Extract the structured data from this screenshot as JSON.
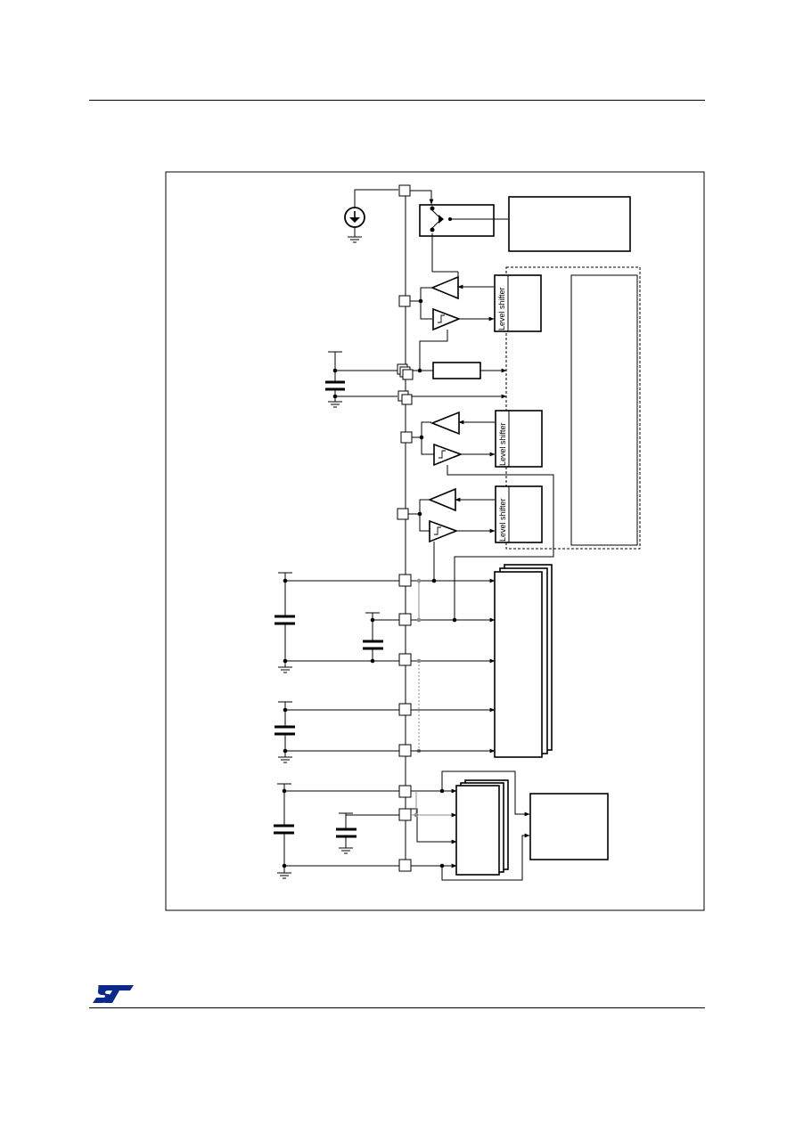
{
  "page": {
    "header_rule": true,
    "footer_rule": true
  },
  "diagram": {
    "level_shifter_labels": [
      "Level shifter",
      "Level shifter",
      "Level shifter"
    ],
    "colors": {
      "line": "#000000",
      "grey_line": "#8c8c8c",
      "box_fill": "#ffffff"
    }
  },
  "footer": {
    "logo": "ST",
    "logo_color": "#0a2a8c"
  }
}
